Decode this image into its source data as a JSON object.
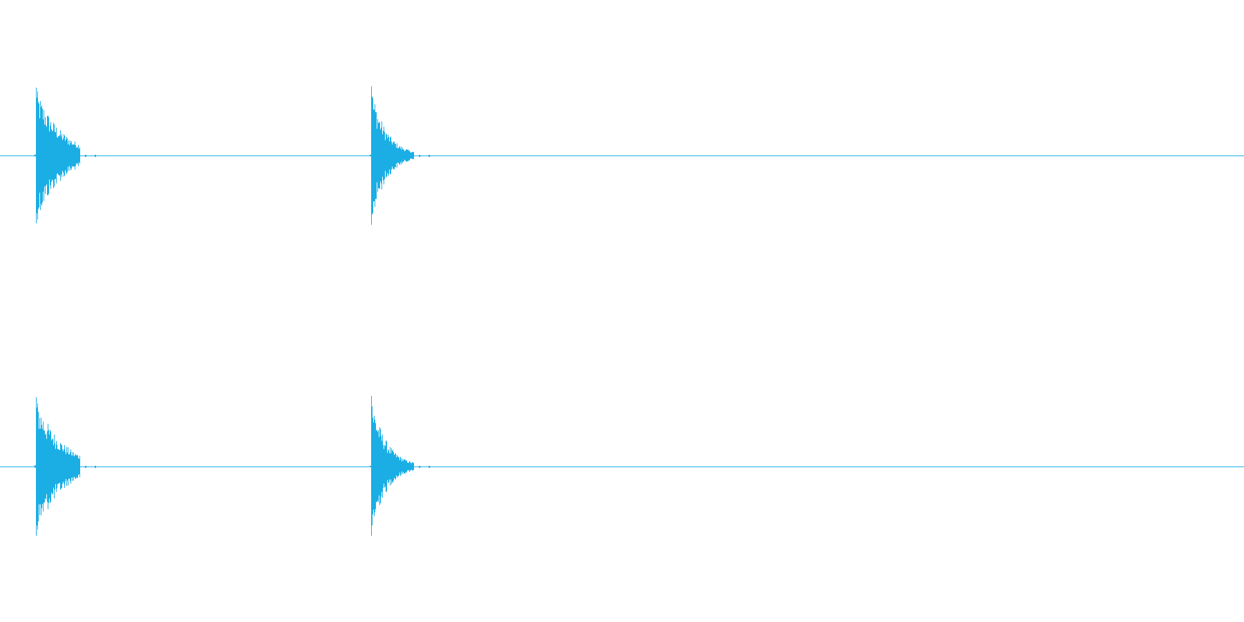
{
  "chart_data": {
    "type": "waveform",
    "color": "#1aaee5",
    "background": "#ffffff",
    "channels": [
      {
        "events": [
          {
            "onset": 0.0289,
            "peak_pos": 0.49,
            "peak_neg": -0.49,
            "decay": 0.02,
            "tail": 0.035
          },
          {
            "onset": 0.2985,
            "peak_pos": 0.5,
            "peak_neg": -0.5,
            "decay": 0.012,
            "tail": 0.034
          }
        ]
      },
      {
        "events": [
          {
            "onset": 0.0289,
            "peak_pos": 0.5,
            "peak_neg": -0.5,
            "decay": 0.02,
            "tail": 0.035
          },
          {
            "onset": 0.2985,
            "peak_pos": 0.51,
            "peak_neg": -0.5,
            "decay": 0.012,
            "tail": 0.034
          }
        ]
      }
    ],
    "grid": false,
    "axes": false
  }
}
